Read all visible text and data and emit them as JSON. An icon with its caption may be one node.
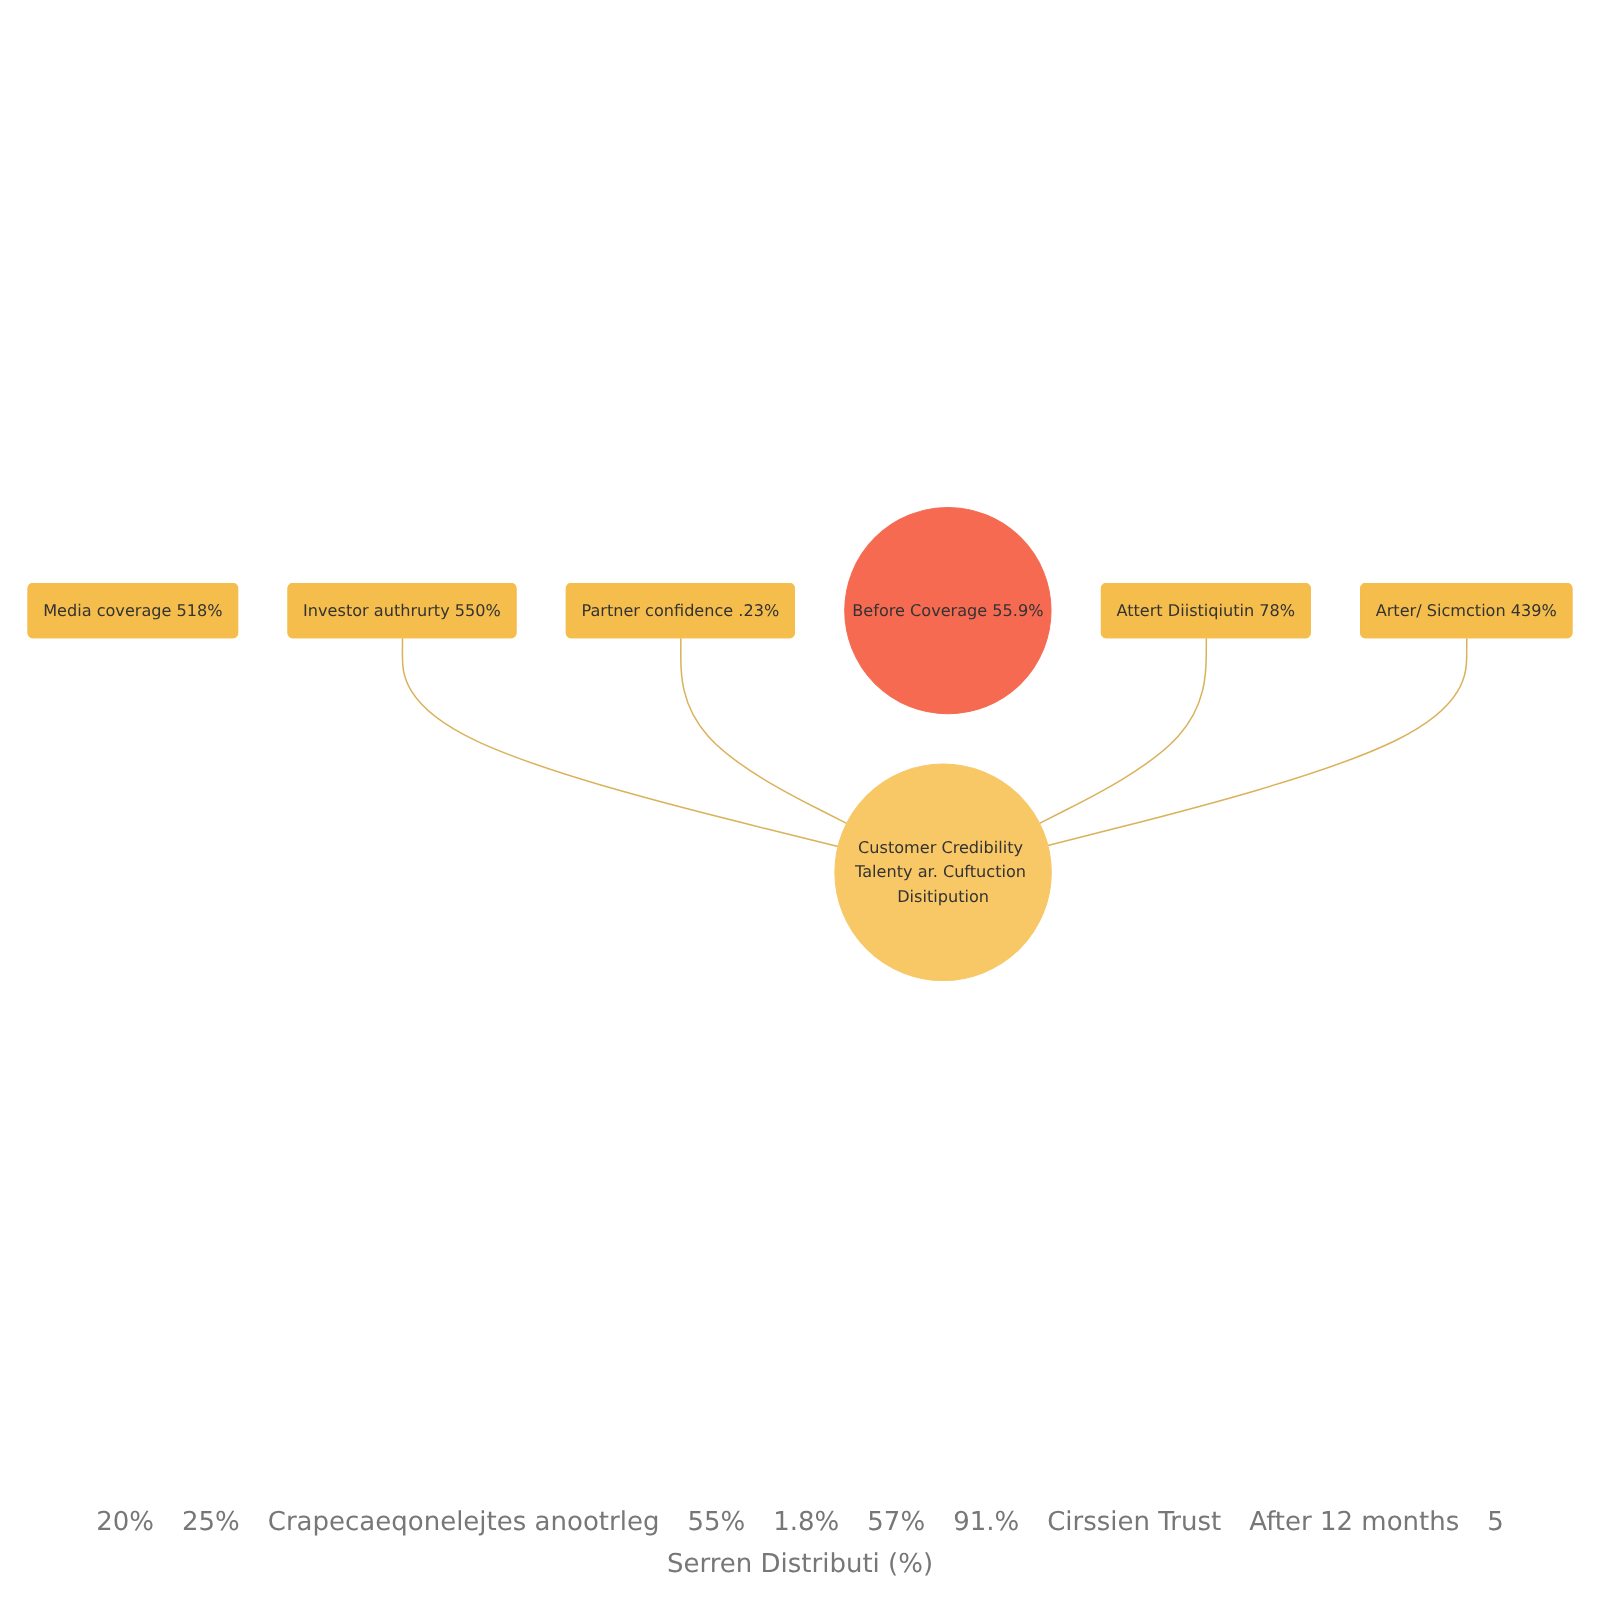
{
  "diagram": {
    "nodes": [
      {
        "text": [
          "Media coverage 518%"
        ]
      },
      {
        "text": [
          "Investor authrurty 550%"
        ]
      },
      {
        "text": [
          "Partner confidence .23%"
        ]
      },
      {
        "text": [
          "Before Coverage 55.9%"
        ]
      },
      {
        "text": [
          "Customer Credibility Talenty ar. Cuftuction Disitipution"
        ]
      },
      {
        "text": [
          "Attert Diistiqiutin 78%"
        ]
      },
      {
        "text": [
          "Arter/ Sicmction 439%"
        ]
      }
    ],
    "edges": [
      {
        "from": 1,
        "to": 4,
        "arrow": "none"
      },
      {
        "from": 2,
        "to": 4,
        "arrow": "none"
      },
      {
        "from": 5,
        "to": 4,
        "arrow": "none"
      },
      {
        "from": 6,
        "to": 4,
        "arrow": "none"
      }
    ],
    "labels": [
      "20%",
      "25%",
      "Crapecaeqonelejtes anootrleg",
      "55%",
      "1.8%",
      "57%",
      "91.%",
      "Cirssien Trust",
      "After 12 months",
      "5",
      "Serren Distributi (%)"
    ]
  }
}
